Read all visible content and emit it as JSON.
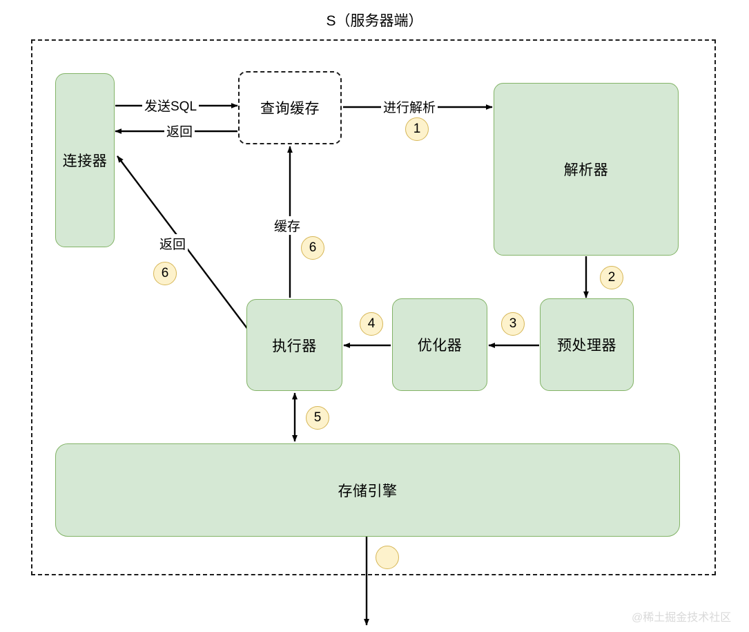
{
  "diagram": {
    "title": "S（服务器端）",
    "watermark": "@稀土掘金技术社区",
    "colors": {
      "node_fill": "#d5e8d4",
      "node_border": "#82b366",
      "badge_fill": "#fdf2cc",
      "badge_border": "#d6b656",
      "line": "#000000",
      "container_border": "#1a1a1a"
    },
    "nodes": [
      {
        "id": "connector",
        "label": "连接器",
        "style": "solid"
      },
      {
        "id": "query-cache",
        "label": "查询缓存",
        "style": "dashed"
      },
      {
        "id": "parser",
        "label": "解析器",
        "style": "solid"
      },
      {
        "id": "executor",
        "label": "执行器",
        "style": "solid"
      },
      {
        "id": "optimizer",
        "label": "优化器",
        "style": "solid"
      },
      {
        "id": "preprocessor",
        "label": "预处理器",
        "style": "solid"
      },
      {
        "id": "storage",
        "label": "存储引擎",
        "style": "solid"
      }
    ],
    "edges": [
      {
        "id": "send-sql",
        "label": "发送SQL",
        "step": "",
        "from": "connector",
        "to": "query-cache"
      },
      {
        "id": "cache-return",
        "label": "返回",
        "step": "",
        "from": "query-cache",
        "to": "connector"
      },
      {
        "id": "parse",
        "label": "进行解析",
        "step": "1",
        "from": "query-cache",
        "to": "parser"
      },
      {
        "id": "to-preprocess",
        "label": "",
        "step": "2",
        "from": "parser",
        "to": "preprocessor"
      },
      {
        "id": "to-optimize",
        "label": "",
        "step": "3",
        "from": "preprocessor",
        "to": "optimizer"
      },
      {
        "id": "to-execute",
        "label": "",
        "step": "4",
        "from": "optimizer",
        "to": "executor"
      },
      {
        "id": "storage-io",
        "label": "",
        "step": "5",
        "from": "executor",
        "to": "storage"
      },
      {
        "id": "cache-result",
        "label": "缓存",
        "step": "6",
        "from": "executor",
        "to": "query-cache"
      },
      {
        "id": "exec-return",
        "label": "返回",
        "step": "6",
        "from": "executor",
        "to": "connector"
      },
      {
        "id": "result-out",
        "label": "",
        "step": "",
        "from": "storage",
        "to": "outside"
      }
    ],
    "badges": [
      {
        "id": "badge-1",
        "value": "1"
      },
      {
        "id": "badge-2",
        "value": "2"
      },
      {
        "id": "badge-3",
        "value": "3"
      },
      {
        "id": "badge-4",
        "value": "4"
      },
      {
        "id": "badge-5",
        "value": "5"
      },
      {
        "id": "badge-6-cache",
        "value": "6"
      },
      {
        "id": "badge-6-return",
        "value": "6"
      },
      {
        "id": "badge-bottom",
        "value": ""
      }
    ]
  }
}
